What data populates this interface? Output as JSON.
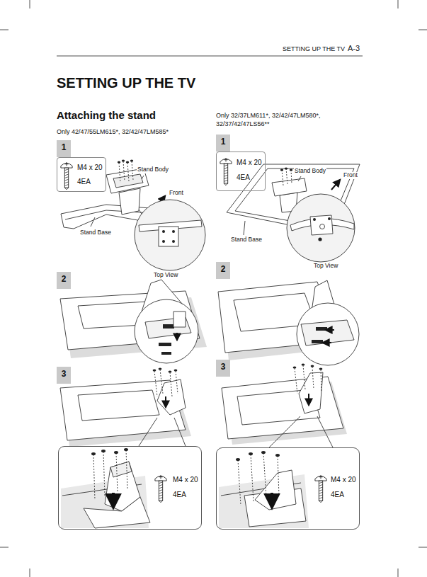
{
  "diagram": {
    "title": "SETTING UP THE TV",
    "nodes": [
      {
        "text": [
          "1"
        ]
      },
      {
        "text": [
          "M4 x 20",
          "4EA"
        ]
      },
      {
        "text": [
          "2"
        ]
      },
      {
        "text": [
          "3"
        ]
      },
      {
        "text": [
          "M4 x 20",
          "4EA"
        ]
      },
      {
        "text": [
          "1"
        ]
      },
      {
        "text": [
          "M4 x 20",
          "4EA"
        ]
      },
      {
        "text": [
          "2"
        ]
      },
      {
        "text": [
          "3"
        ]
      },
      {
        "text": [
          "M4 x 20",
          "4EA"
        ]
      }
    ],
    "labels": [
      "SETTING UP THE TV",
      "A-3",
      "Attaching the stand",
      "Only 42/47/55LM615*, 32/42/47LM585*",
      "Stand Body",
      "Front",
      "Stand Base",
      "Top View",
      "Only 32/37LM611*, 32/42/47LM580*, 32/37/42/47LS56**",
      "Stand Body",
      "Front",
      "Stand Base",
      "Top View"
    ]
  }
}
